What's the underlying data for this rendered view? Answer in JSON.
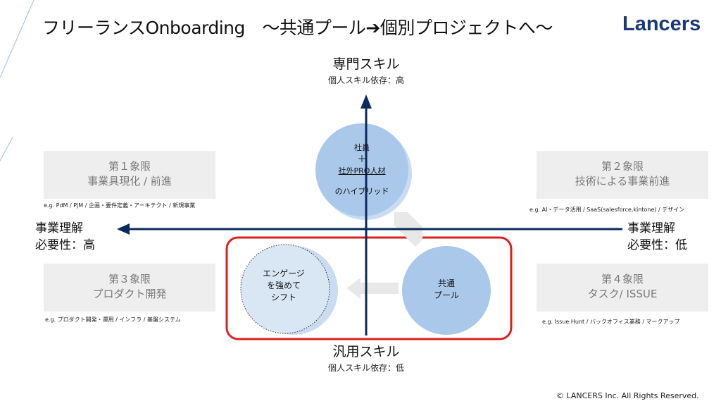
{
  "title": "フリーランスOnboarding　〜共通プール➔個別プロジェクトへ〜",
  "logo": "Lancers",
  "axes": {
    "top": {
      "main": "専門スキル",
      "sub": "個人スキル依存：高"
    },
    "bottom": {
      "main": "汎用スキル",
      "sub": "個人スキル依存：低"
    },
    "left": {
      "line1": "事業理解",
      "line2": "必要性：高"
    },
    "right": {
      "line1": "事業理解",
      "line2": "必要性：低"
    }
  },
  "quadrants": [
    {
      "line1": "第１象限",
      "line2": "事業具現化 / 前進",
      "example": "e.g. PdM / PjM / 企画・要件定義・アーキテクト / 新規事業"
    },
    {
      "line1": "第２象限",
      "line2": "技術による事業前進",
      "example": "e.g. AI・データ活用 / SaaS(salesforce,kintone) / デザイン"
    },
    {
      "line1": "第３象限",
      "line2": "プロダクト開発",
      "example": "e.g. プロダクト開発・運用 / インフラ / 基盤システム"
    },
    {
      "line1": "第４象限",
      "line2": "タスク/ ISSUE",
      "example": "e.g. Issue Hunt / バックオフィス業務 / マークアップ"
    }
  ],
  "circles": {
    "hybrid": {
      "line1": "社員",
      "line2": "＋",
      "line3": "社外PRO人材",
      "line4": "のハイブリッド"
    },
    "engage": {
      "line1": "エンゲージ",
      "line2": "を強めて",
      "line3": "シフト"
    },
    "pool": {
      "line1": "共通",
      "line2": "プール"
    }
  },
  "colors": {
    "axis": "#0b2a5c",
    "circle": "#a9c8ea",
    "circle_shadow": "#c9dcf2",
    "highlight": "#d9201f",
    "quadrant_bg": "#eeeeee",
    "arrow_ghost": "#e8e8e8",
    "logo": "#1d3a78"
  },
  "footer": {
    "copyright": "© LANCERS Inc. All Rights Reserved."
  }
}
